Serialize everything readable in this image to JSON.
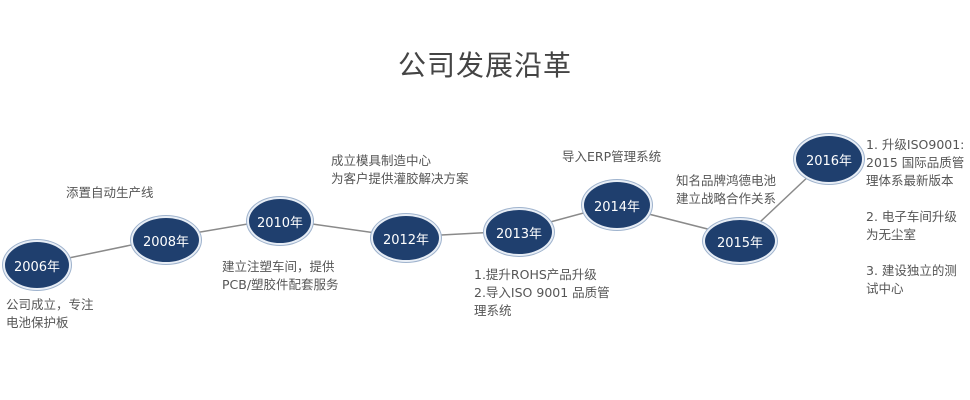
{
  "title": "公司发展沿革",
  "milestones": [
    {
      "year": "2006年",
      "text": "公司成立，专注\n电池保护板"
    },
    {
      "year": "2008年",
      "text": "添置自动生产线"
    },
    {
      "year": "2010年",
      "text": "建立注塑车间，提供\nPCB/塑胶件配套服务"
    },
    {
      "year": "2012年",
      "text": "成立模具制造中心\n为客户提供灌胶解决方案"
    },
    {
      "year": "2013年",
      "text": "1.提升ROHS产品升级\n2.导入ISO 9001 品质管\n理系统"
    },
    {
      "year": "2014年",
      "text": "导入ERP管理系统"
    },
    {
      "year": "2015年",
      "text": "知名品牌鸿德电池\n建立战略合作关系"
    },
    {
      "year": "2016年",
      "text": "1. 升级ISO9001:\n2015 国际品质管\n理体系最新版本\n\n2. 电子车间升级\n为无尘室\n\n3. 建设独立的测\n试中心"
    }
  ],
  "colors": {
    "node": "#1f3f6e",
    "line": "#8a8a8a",
    "text": "#555555"
  }
}
